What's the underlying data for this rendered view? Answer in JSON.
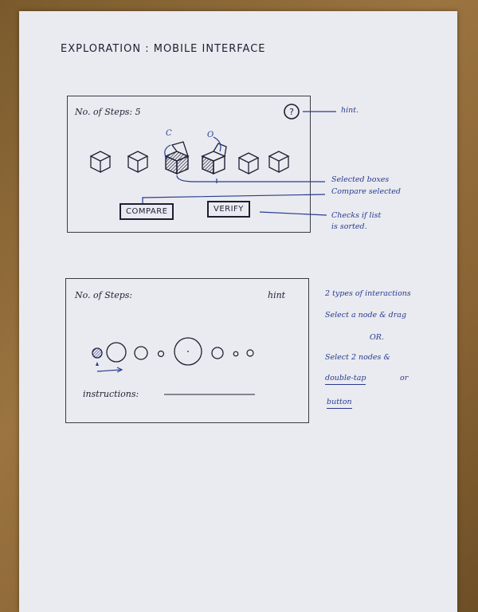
{
  "title": "EXPLORATION : MOBILE INTERFACE",
  "sketch1": {
    "steps_label": "No. of Steps: 5",
    "hint_icon_label": "?",
    "hint_annotation": "hint.",
    "swap_labels": [
      "C",
      "O"
    ],
    "compare_button": "COMPARE",
    "verify_button": "VERIFY",
    "annotation_selected": "Selected boxes",
    "annotation_compare": "Compare selected",
    "annotation_checks_line1": "Checks if list",
    "annotation_checks_line2": "is sorted."
  },
  "sketch2": {
    "steps_label": "No. of Steps:",
    "hint_label": "hint",
    "instructions_label": "instructions:",
    "notes": {
      "line1": "2 types of interactions",
      "line2": "Select a node & drag",
      "line3": "OR.",
      "line4": "Select 2 nodes &",
      "line5": "double-tap",
      "line5b": "or",
      "line6": "button"
    }
  },
  "colors": {
    "paper": "#e9ebf0",
    "ink": "#1d1f33",
    "blue_ink": "#2b3a8f",
    "table": "#8a6434"
  }
}
